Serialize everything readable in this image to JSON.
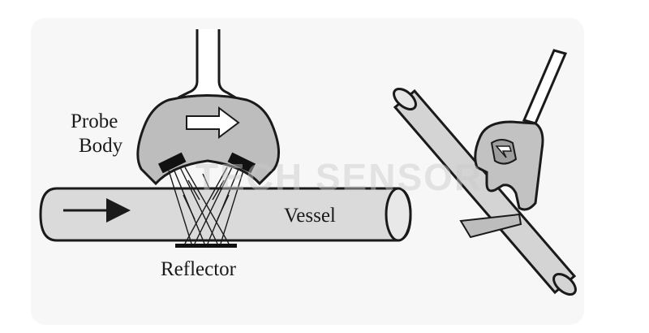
{
  "labels": {
    "probe_body_line1": "Probe",
    "probe_body_line2": "Body",
    "vessel": "Vessel",
    "reflector": "Reflector"
  },
  "watermark": "TECH SENSOR",
  "colors": {
    "outline": "#1a1a1a",
    "probe_fill": "#bdbdbd",
    "vessel_fill": "#dadada",
    "panel": "#f7f7f7",
    "watermark": "#c9c9c9"
  }
}
